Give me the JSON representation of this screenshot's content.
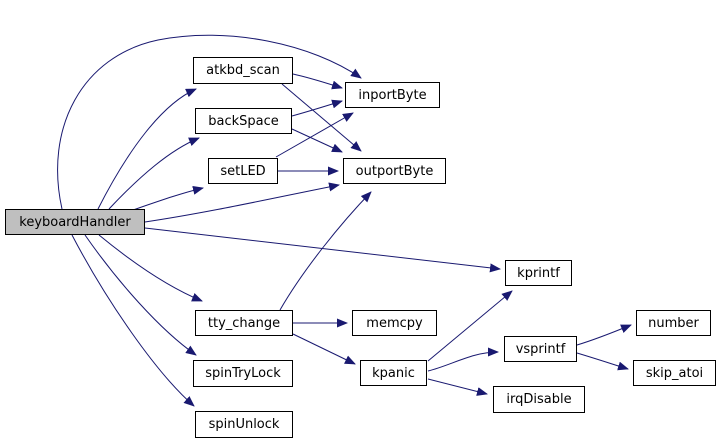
{
  "diagram": {
    "type": "call-graph",
    "background_color": "#ffffff",
    "edge_color": "#191970",
    "node_fill": "#ffffff",
    "node_border_color": "#000000",
    "highlight_fill": "#bfbfbf",
    "root": "keyboardHandler",
    "nodes": [
      {
        "id": "keyboardHandler",
        "label": "keyboardHandler",
        "highlighted": true
      },
      {
        "id": "atkbd_scan",
        "label": "atkbd_scan",
        "highlighted": false
      },
      {
        "id": "backSpace",
        "label": "backSpace",
        "highlighted": false
      },
      {
        "id": "setLED",
        "label": "setLED",
        "highlighted": false
      },
      {
        "id": "inportByte",
        "label": "inportByte",
        "highlighted": false
      },
      {
        "id": "outportByte",
        "label": "outportByte",
        "highlighted": false
      },
      {
        "id": "kprintf",
        "label": "kprintf",
        "highlighted": false
      },
      {
        "id": "tty_change",
        "label": "tty_change",
        "highlighted": false
      },
      {
        "id": "memcpy",
        "label": "memcpy",
        "highlighted": false
      },
      {
        "id": "spinTryLock",
        "label": "spinTryLock",
        "highlighted": false
      },
      {
        "id": "spinUnlock",
        "label": "spinUnlock",
        "highlighted": false
      },
      {
        "id": "kpanic",
        "label": "kpanic",
        "highlighted": false
      },
      {
        "id": "vsprintf",
        "label": "vsprintf",
        "highlighted": false
      },
      {
        "id": "irqDisable",
        "label": "irqDisable",
        "highlighted": false
      },
      {
        "id": "number",
        "label": "number",
        "highlighted": false
      },
      {
        "id": "skip_atoi",
        "label": "skip_atoi",
        "highlighted": false
      }
    ],
    "edges": [
      {
        "from": "keyboardHandler",
        "to": "atkbd_scan"
      },
      {
        "from": "keyboardHandler",
        "to": "backSpace"
      },
      {
        "from": "keyboardHandler",
        "to": "setLED"
      },
      {
        "from": "keyboardHandler",
        "to": "inportByte"
      },
      {
        "from": "keyboardHandler",
        "to": "outportByte"
      },
      {
        "from": "keyboardHandler",
        "to": "kprintf"
      },
      {
        "from": "keyboardHandler",
        "to": "tty_change"
      },
      {
        "from": "keyboardHandler",
        "to": "spinTryLock"
      },
      {
        "from": "keyboardHandler",
        "to": "spinUnlock"
      },
      {
        "from": "atkbd_scan",
        "to": "inportByte"
      },
      {
        "from": "atkbd_scan",
        "to": "outportByte"
      },
      {
        "from": "backSpace",
        "to": "inportByte"
      },
      {
        "from": "backSpace",
        "to": "outportByte"
      },
      {
        "from": "setLED",
        "to": "inportByte"
      },
      {
        "from": "setLED",
        "to": "outportByte"
      },
      {
        "from": "tty_change",
        "to": "memcpy"
      },
      {
        "from": "tty_change",
        "to": "kpanic"
      },
      {
        "from": "tty_change",
        "to": "outportByte"
      },
      {
        "from": "kpanic",
        "to": "kprintf"
      },
      {
        "from": "kpanic",
        "to": "vsprintf"
      },
      {
        "from": "kpanic",
        "to": "irqDisable"
      },
      {
        "from": "vsprintf",
        "to": "number"
      },
      {
        "from": "vsprintf",
        "to": "skip_atoi"
      }
    ]
  }
}
